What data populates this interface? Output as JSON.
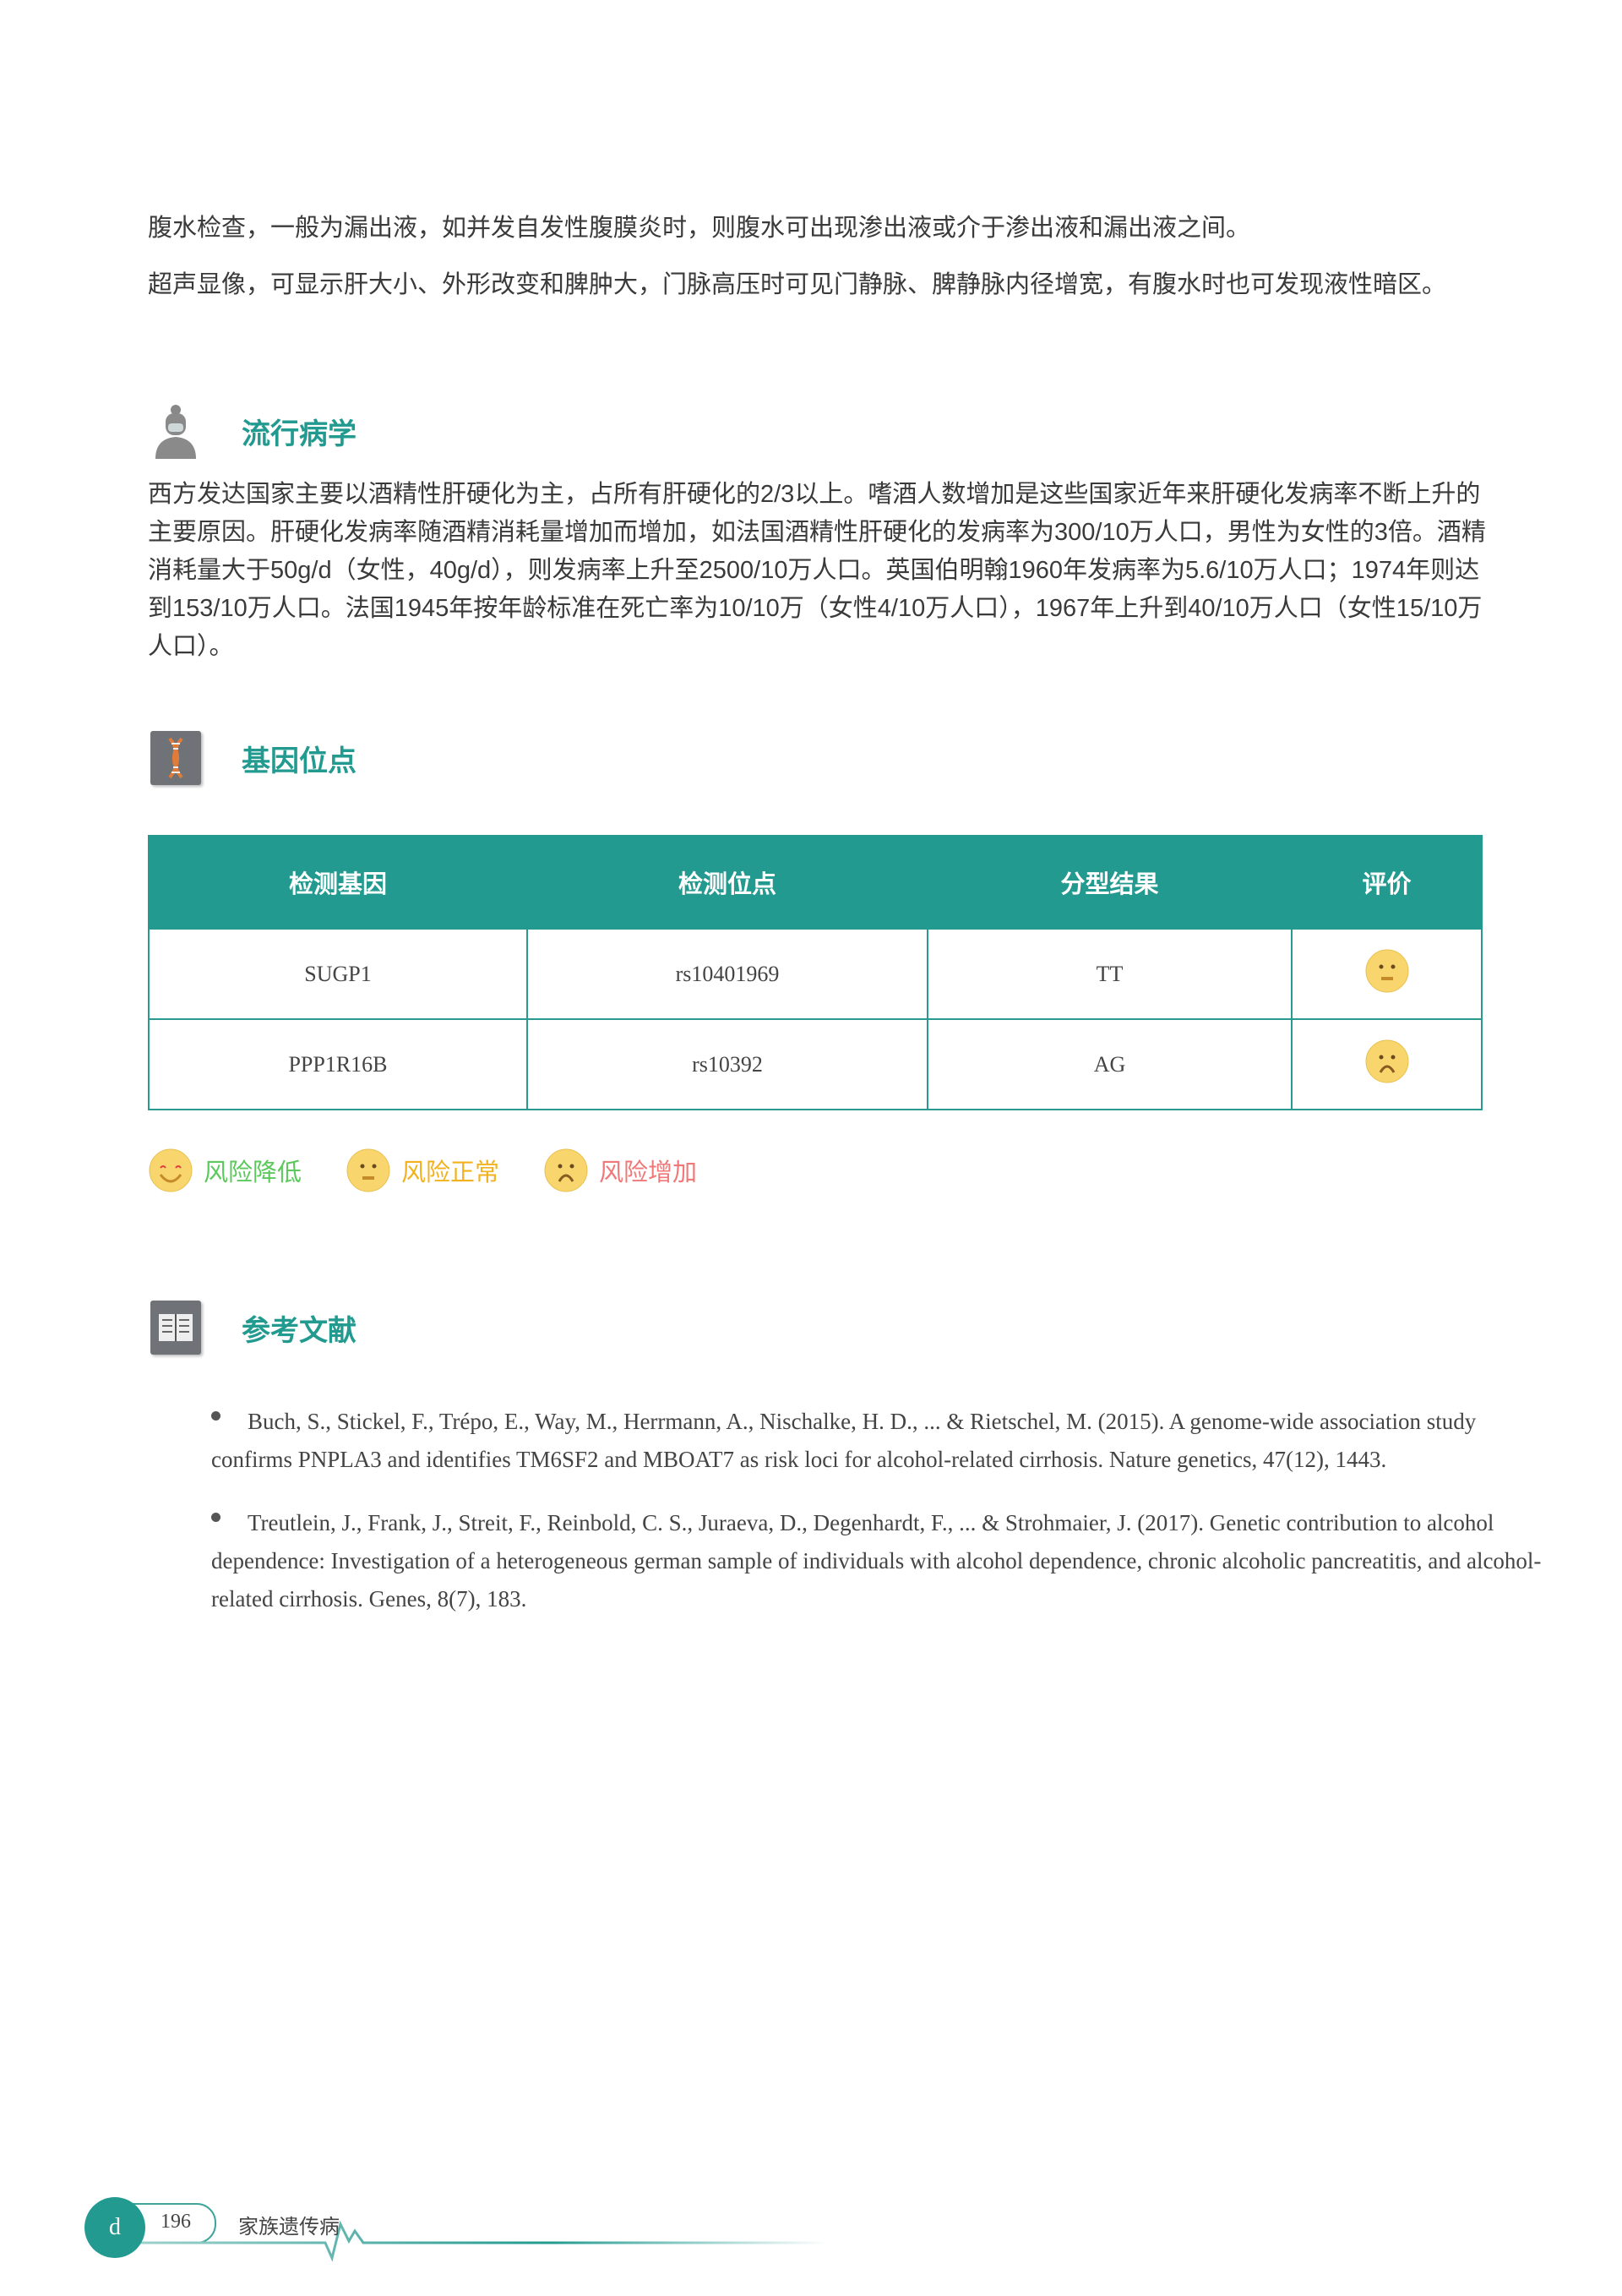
{
  "intro": {
    "para1": "腹水检查，一般为漏出液，如并发自发性腹膜炎时，则腹水可出现渗出液或介于渗出液和漏出液之间。",
    "para2": "超声显像，可显示肝大小、外形改变和脾肿大，门脉高压时可见门静脉、脾静脉内径增宽，有腹水时也可发现液性暗区。"
  },
  "epidemiology": {
    "title": "流行病学",
    "text": "西方发达国家主要以酒精性肝硬化为主，占所有肝硬化的2/3以上。嗜酒人数增加是这些国家近年来肝硬化发病率不断上升的主要原因。肝硬化发病率随酒精消耗量增加而增加，如法国酒精性肝硬化的发病率为300/10万人口，男性为女性的3倍。酒精消耗量大于50g/d（女性，40g/d），则发病率上升至2500/10万人口。英国伯明翰1960年发病率为5.6/10万人口；1974年则达到153/10万人口。法国1945年按年龄标准在死亡率为10/10万（女性4/10万人口），1967年上升到40/10万人口（女性15/10万人口）。"
  },
  "gene": {
    "title": "基因位点",
    "headers": [
      "检测基因",
      "检测位点",
      "分型结果",
      "评价"
    ],
    "rows": [
      {
        "gene": "SUGP1",
        "site": "rs10401969",
        "result": "TT",
        "rating": "neutral-face-icon"
      },
      {
        "gene": "PPP1R16B",
        "site": "rs10392",
        "result": "AG",
        "rating": "sad-face-icon"
      }
    ],
    "legend": [
      {
        "label": "风险降低",
        "icon": "happy-face-icon",
        "color": "#5cc95c"
      },
      {
        "label": "风险正常",
        "icon": "neutral-face-icon",
        "color": "#f2b21d"
      },
      {
        "label": "风险增加",
        "icon": "sad-face-icon",
        "color": "#f07878"
      }
    ]
  },
  "references": {
    "title": "参考文献",
    "items": [
      "Buch, S., Stickel, F., Trépo, E., Way, M., Herrmann, A., Nischalke, H. D., ... & Rietschel, M. (2015). A genome-wide association study confirms PNPLA3 and identifies TM6SF2 and MBOAT7 as risk loci for alcohol-related cirrhosis. Nature genetics, 47(12), 1443.",
      "Treutlein, J., Frank, J., Streit, F., Reinbold, C. S., Juraeva, D., Degenhardt, F., ... & Strohmaier, J. (2017). Genetic contribution to alcohol dependence: Investigation of a heterogeneous german sample of individuals with alcohol dependence, chronic alcoholic pancreatitis, and alcohol-related cirrhosis. Genes, 8(7), 183."
    ]
  },
  "footer": {
    "badge": "d",
    "page": "196",
    "book": "家族遗传病"
  },
  "colors": {
    "accent": "#239a90",
    "face": "#f8d66d"
  }
}
